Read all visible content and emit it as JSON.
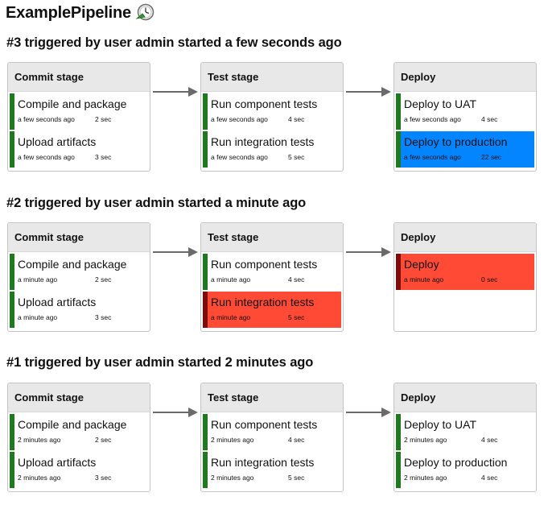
{
  "pipeline_title": "ExamplePipeline",
  "runs": [
    {
      "heading": "#3 triggered by user admin started a few seconds ago",
      "stages": [
        {
          "name": "Commit stage",
          "tasks": [
            {
              "name": "Compile and package",
              "time": "a few seconds ago",
              "duration": "2 sec",
              "status": "success"
            },
            {
              "name": "Upload artifacts",
              "time": "a few seconds ago",
              "duration": "3 sec",
              "status": "success"
            }
          ]
        },
        {
          "name": "Test stage",
          "tasks": [
            {
              "name": "Run component tests",
              "time": "a few seconds ago",
              "duration": "4 sec",
              "status": "success"
            },
            {
              "name": "Run integration tests",
              "time": "a few seconds ago",
              "duration": "5 sec",
              "status": "success"
            }
          ]
        },
        {
          "name": "Deploy",
          "tasks": [
            {
              "name": "Deploy to UAT",
              "time": "a few seconds ago",
              "duration": "4 sec",
              "status": "success"
            },
            {
              "name": "Deploy to production",
              "time": "a few seconds ago",
              "duration": "22 sec",
              "status": "running"
            }
          ]
        }
      ]
    },
    {
      "heading": "#2 triggered by user admin started a minute ago",
      "stages": [
        {
          "name": "Commit stage",
          "tasks": [
            {
              "name": "Compile and package",
              "time": "a minute ago",
              "duration": "2 sec",
              "status": "success"
            },
            {
              "name": "Upload artifacts",
              "time": "a minute ago",
              "duration": "3 sec",
              "status": "success"
            }
          ]
        },
        {
          "name": "Test stage",
          "tasks": [
            {
              "name": "Run component tests",
              "time": "a minute ago",
              "duration": "4 sec",
              "status": "success"
            },
            {
              "name": "Run integration tests",
              "time": "a minute ago",
              "duration": "5 sec",
              "status": "failed"
            }
          ]
        },
        {
          "name": "Deploy",
          "tasks": [
            {
              "name": "Deploy",
              "time": "a minute ago",
              "duration": "0 sec",
              "status": "failed"
            }
          ]
        }
      ]
    },
    {
      "heading": "#1 triggered by user admin started 2 minutes ago",
      "stages": [
        {
          "name": "Commit stage",
          "tasks": [
            {
              "name": "Compile and package",
              "time": "2 minutes ago",
              "duration": "2 sec",
              "status": "success"
            },
            {
              "name": "Upload artifacts",
              "time": "2 minutes ago",
              "duration": "3 sec",
              "status": "success"
            }
          ]
        },
        {
          "name": "Test stage",
          "tasks": [
            {
              "name": "Run component tests",
              "time": "2 minutes ago",
              "duration": "4 sec",
              "status": "success"
            },
            {
              "name": "Run integration tests",
              "time": "2 minutes ago",
              "duration": "5 sec",
              "status": "success"
            }
          ]
        },
        {
          "name": "Deploy",
          "tasks": [
            {
              "name": "Deploy to UAT",
              "time": "2 minutes ago",
              "duration": "4 sec",
              "status": "success"
            },
            {
              "name": "Deploy to production",
              "time": "2 minutes ago",
              "duration": "4 sec",
              "status": "success"
            }
          ]
        }
      ]
    }
  ],
  "colors": {
    "success": "#1f7a1f",
    "running": "#0385ff",
    "failed": "#ff4a36",
    "failed_bar": "#7d0d0d",
    "header_bg": "#e8e8e8"
  },
  "icons": {
    "logo": "pipeline-clock-icon",
    "arrow": "arrow-right-icon"
  }
}
